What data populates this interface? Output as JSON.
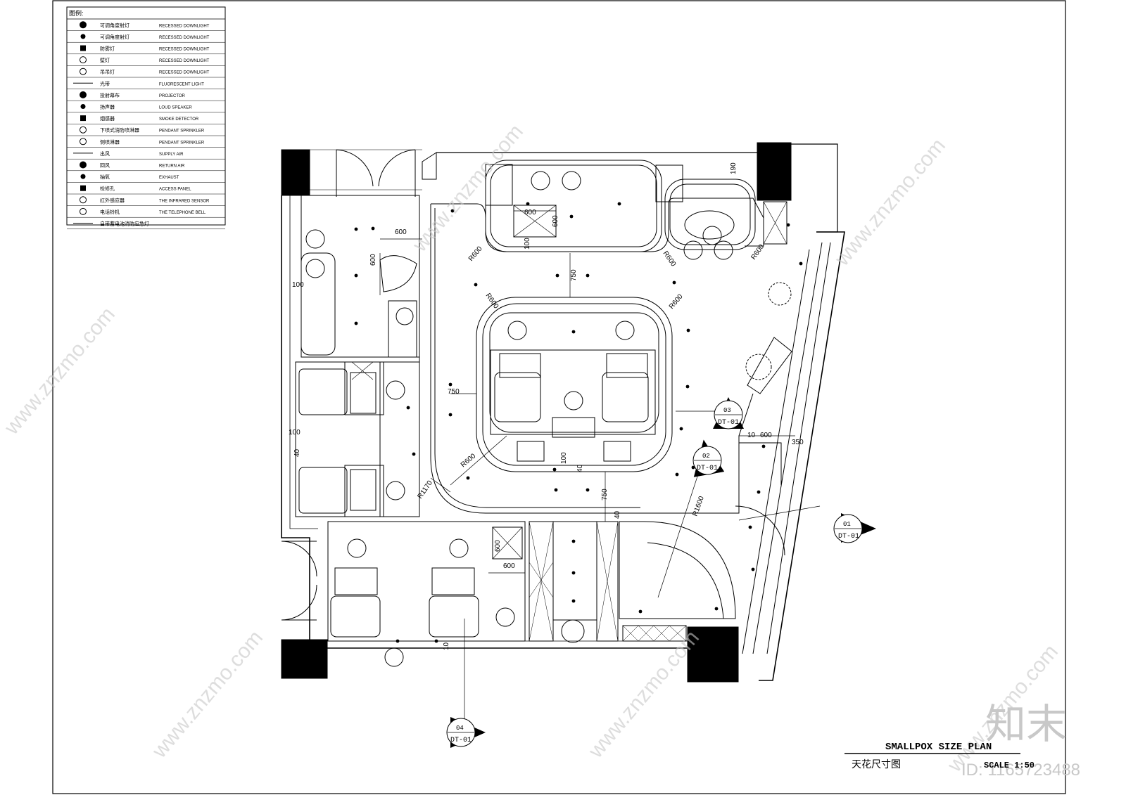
{
  "legend": {
    "title": "图例:",
    "items": [
      {
        "icon": "adjustable-downlight-icon",
        "cn": "可调角度射灯",
        "en": "RECESSED DOWNLIGHT"
      },
      {
        "icon": "adjustable-downlight-dot-icon",
        "cn": "可调角度射灯",
        "en": "RECESSED DOWNLIGHT"
      },
      {
        "icon": "waterproof-light-icon",
        "cn": "防雾灯",
        "en": "RECESSED DOWNLIGHT"
      },
      {
        "icon": "wall-lamp-icon",
        "cn": "壁灯",
        "en": "RECESSED DOWNLIGHT"
      },
      {
        "icon": "pendant-lamp-icon",
        "cn": "吊吊灯",
        "en": "RECESSED DOWNLIGHT"
      },
      {
        "icon": "light-strip-icon",
        "cn": "光带",
        "en": "FLUORESCENT LIGHT"
      },
      {
        "icon": "projector-screen-icon",
        "cn": "投射幕布",
        "en": "PROJECTOR"
      },
      {
        "icon": "loud-speaker-icon",
        "cn": "扬声器",
        "en": "LOUD SPEAKER"
      },
      {
        "icon": "smoke-detector-icon",
        "cn": "烟感器",
        "en": "SMOKE DETECTOR"
      },
      {
        "icon": "pendant-sprinkler-icon",
        "cn": "下喷式消防喷淋器",
        "en": "PENDANT SPRINKLER"
      },
      {
        "icon": "side-sprinkler-icon",
        "cn": "侧喷淋器",
        "en": "PENDANT SPRINKLER"
      },
      {
        "icon": "supply-air-icon",
        "cn": "出风",
        "en": "SUPPLY AIR"
      },
      {
        "icon": "return-air-icon",
        "cn": "回风",
        "en": "RETURN AIR"
      },
      {
        "icon": "exhaust-icon",
        "cn": "抽氧",
        "en": "EXHAUST"
      },
      {
        "icon": "access-panel-icon",
        "cn": "检修孔",
        "en": "ACCESS PANEL"
      },
      {
        "icon": "infrared-sensor-icon",
        "cn": "红外感应器",
        "en": "THE INFRARED SENSOR"
      },
      {
        "icon": "telephone-bell-icon",
        "cn": "电话铃机",
        "en": "THE TELEPHONE BELL"
      },
      {
        "icon": "emergency-light-icon",
        "cn": "自带蓄电池消防应急灯",
        "en": ""
      }
    ]
  },
  "dimensions": {
    "d600_a": "600",
    "d600_b": "600",
    "d600_c": "600",
    "d600_d": "600",
    "d600_e": "600",
    "d600_f": "600",
    "d600_g": "600",
    "d100_a": "100",
    "d100_b": "100",
    "d100_c": "100",
    "d100_d": "100",
    "d750_a": "750",
    "d750_b": "750",
    "d750_c": "750",
    "d40_a": "40",
    "d40_b": "40",
    "d40_c": "40",
    "d10_a": "10",
    "d10_b": "10",
    "d190": "190",
    "d350": "350",
    "r600_a": "R600",
    "r600_b": "R600",
    "r600_c": "R600",
    "r600_d": "R600",
    "r600_e": "R600",
    "r600_f": "R600",
    "r1170": "R1170",
    "r1600": "R1600"
  },
  "section_markers": [
    {
      "num": "01",
      "ref": "DT-01"
    },
    {
      "num": "02",
      "ref": "DT-01"
    },
    {
      "num": "03",
      "ref": "DT-01"
    },
    {
      "num": "04",
      "ref": "DT-01"
    }
  ],
  "title_block": {
    "title_en": "SMALLPOX SIZE PLAN",
    "title_cn": "天花尺寸图",
    "scale": "SCALE 1:50"
  },
  "watermark": {
    "text": "www.znzmo.com",
    "logo": "知末",
    "id": "ID: 1165723488"
  },
  "colors": {
    "line": "#000000",
    "wall": "#000000",
    "watermark": "#c8c8c8"
  }
}
